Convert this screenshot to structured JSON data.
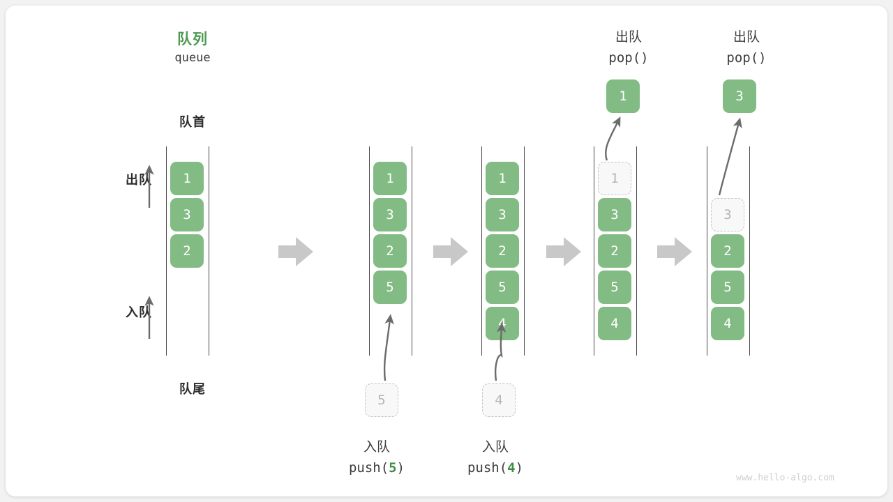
{
  "figure": {
    "title_cn": "队列",
    "title_en": "queue",
    "front_label": "队首",
    "rear_label": "队尾",
    "dequeue_label": "出队",
    "enqueue_label": "入队",
    "watermark": "www.hello-algo.com",
    "accent_color": "#4e9a51",
    "element_color": "#82bb83",
    "ghost_color": "#c4c4c4",
    "arrow_color": "#c8c8c8",
    "rail_color": "#4a4a4a"
  },
  "columns": [
    {
      "id": "state-initial",
      "cells": [
        {
          "value": "1",
          "state": "filled"
        },
        {
          "value": "3",
          "state": "filled"
        },
        {
          "value": "2",
          "state": "filled"
        }
      ],
      "popped": null,
      "incoming": null,
      "header_cn": "",
      "header_code": "",
      "footer_cn": "",
      "footer_code": ""
    },
    {
      "id": "state-after-push-5",
      "cells": [
        {
          "value": "1",
          "state": "filled"
        },
        {
          "value": "3",
          "state": "filled"
        },
        {
          "value": "2",
          "state": "filled"
        },
        {
          "value": "5",
          "state": "filled"
        }
      ],
      "popped": null,
      "incoming": {
        "value": "5",
        "state": "ghost"
      },
      "header_cn": "",
      "header_code": "",
      "footer_cn": "入队",
      "footer_code": "push(5)",
      "footer_code_arg": "5"
    },
    {
      "id": "state-after-push-4",
      "cells": [
        {
          "value": "1",
          "state": "filled"
        },
        {
          "value": "3",
          "state": "filled"
        },
        {
          "value": "2",
          "state": "filled"
        },
        {
          "value": "5",
          "state": "filled"
        },
        {
          "value": "4",
          "state": "filled"
        }
      ],
      "popped": null,
      "incoming": {
        "value": "4",
        "state": "ghost"
      },
      "header_cn": "",
      "header_code": "",
      "footer_cn": "入队",
      "footer_code": "push(4)",
      "footer_code_arg": "4"
    },
    {
      "id": "state-after-pop-1",
      "cells": [
        {
          "value": "1",
          "state": "ghost"
        },
        {
          "value": "3",
          "state": "filled"
        },
        {
          "value": "2",
          "state": "filled"
        },
        {
          "value": "5",
          "state": "filled"
        },
        {
          "value": "4",
          "state": "filled"
        }
      ],
      "popped": {
        "value": "1",
        "state": "filled"
      },
      "incoming": null,
      "header_cn": "出队",
      "header_code": "pop()",
      "footer_cn": "",
      "footer_code": ""
    },
    {
      "id": "state-after-pop-3",
      "cells": [
        {
          "value": "",
          "state": "empty"
        },
        {
          "value": "3",
          "state": "ghost"
        },
        {
          "value": "2",
          "state": "filled"
        },
        {
          "value": "5",
          "state": "filled"
        },
        {
          "value": "4",
          "state": "filled"
        }
      ],
      "popped": {
        "value": "3",
        "state": "filled"
      },
      "incoming": null,
      "header_cn": "出队",
      "header_code": "pop()",
      "footer_cn": "",
      "footer_code": ""
    }
  ],
  "separators": [
    {
      "id": "sep-1"
    },
    {
      "id": "sep-2"
    },
    {
      "id": "sep-3"
    },
    {
      "id": "sep-4"
    }
  ]
}
